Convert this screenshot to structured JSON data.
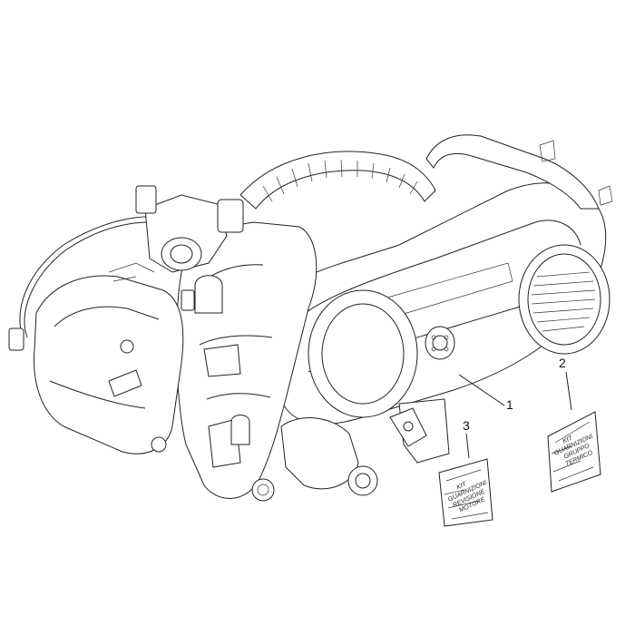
{
  "diagram": {
    "callouts": [
      {
        "id": "1",
        "label": "1"
      },
      {
        "id": "2",
        "label": "2"
      },
      {
        "id": "3",
        "label": "3"
      }
    ],
    "kit_2": {
      "lines": [
        "KIT",
        "GUARNIZIONI",
        "GRUPPO",
        "TERMICO"
      ]
    },
    "kit_3": {
      "lines": [
        "KIT",
        "GUARNIZIONI",
        "REVISIONE",
        "MOTORE"
      ]
    }
  }
}
